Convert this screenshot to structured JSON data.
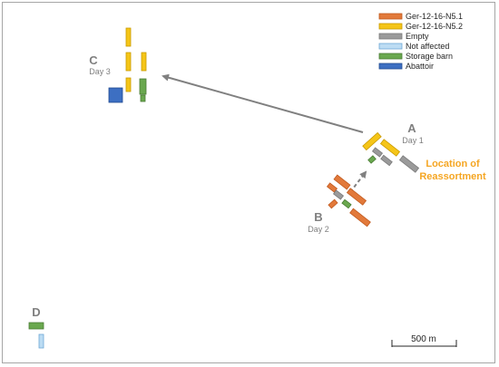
{
  "colors": {
    "ger_n51": "#e2793a",
    "ger_n51_stroke": "#c15a1f",
    "ger_n52": "#f5c518",
    "ger_n52_stroke": "#c99a00",
    "empty": "#9a9a9a",
    "empty_stroke": "#7a7a7a",
    "not_affected": "#bcdcf3",
    "not_affected_stroke": "#6fa8d6",
    "storage_barn": "#6aa84f",
    "storage_barn_stroke": "#4a7c35",
    "abattoir": "#3d6fc2",
    "abattoir_stroke": "#244c91",
    "arrow": "#808080",
    "reassortment_text": "#f5a623"
  },
  "legend": [
    {
      "key": "ger_n51",
      "label": "Ger-12-16-N5.1"
    },
    {
      "key": "ger_n52",
      "label": "Ger-12-16-N5.2"
    },
    {
      "key": "empty",
      "label": "Empty"
    },
    {
      "key": "not_affected",
      "label": "Not affected"
    },
    {
      "key": "storage_barn",
      "label": "Storage barn"
    },
    {
      "key": "abattoir",
      "label": "Abattoir"
    }
  ],
  "sites": {
    "A": {
      "letter": "A",
      "day": "Day 1"
    },
    "B": {
      "letter": "B",
      "day": "Day 2"
    },
    "C": {
      "letter": "C",
      "day": "Day 3"
    },
    "D": {
      "letter": "D",
      "day": ""
    }
  },
  "annotation": {
    "line1": "Location of",
    "line2": "Reassortment"
  },
  "scale_bar": {
    "label": "500 m"
  }
}
